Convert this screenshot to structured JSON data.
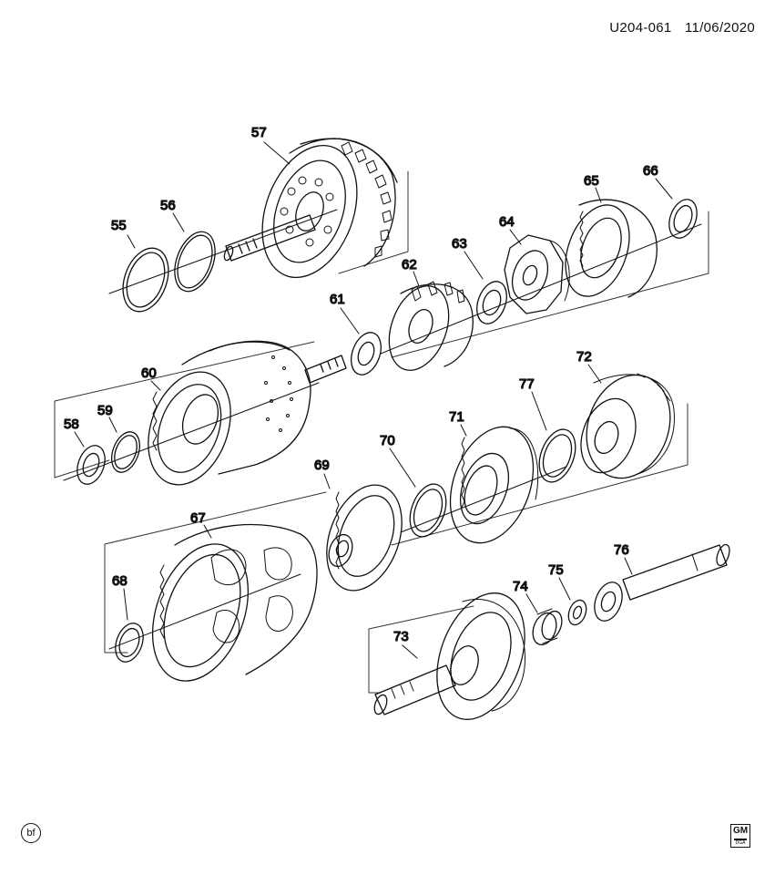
{
  "header": {
    "diagram_code": "U204-061",
    "date": "11/06/2020"
  },
  "callouts": [
    "55",
    "56",
    "57",
    "58",
    "59",
    "60",
    "61",
    "62",
    "63",
    "64",
    "65",
    "66",
    "67",
    "68",
    "69",
    "70",
    "71",
    "72",
    "73",
    "74",
    "75",
    "76",
    "77"
  ],
  "footer": {
    "badge": "bf",
    "logo_text": "GM",
    "logo_subtext": "DGA"
  }
}
